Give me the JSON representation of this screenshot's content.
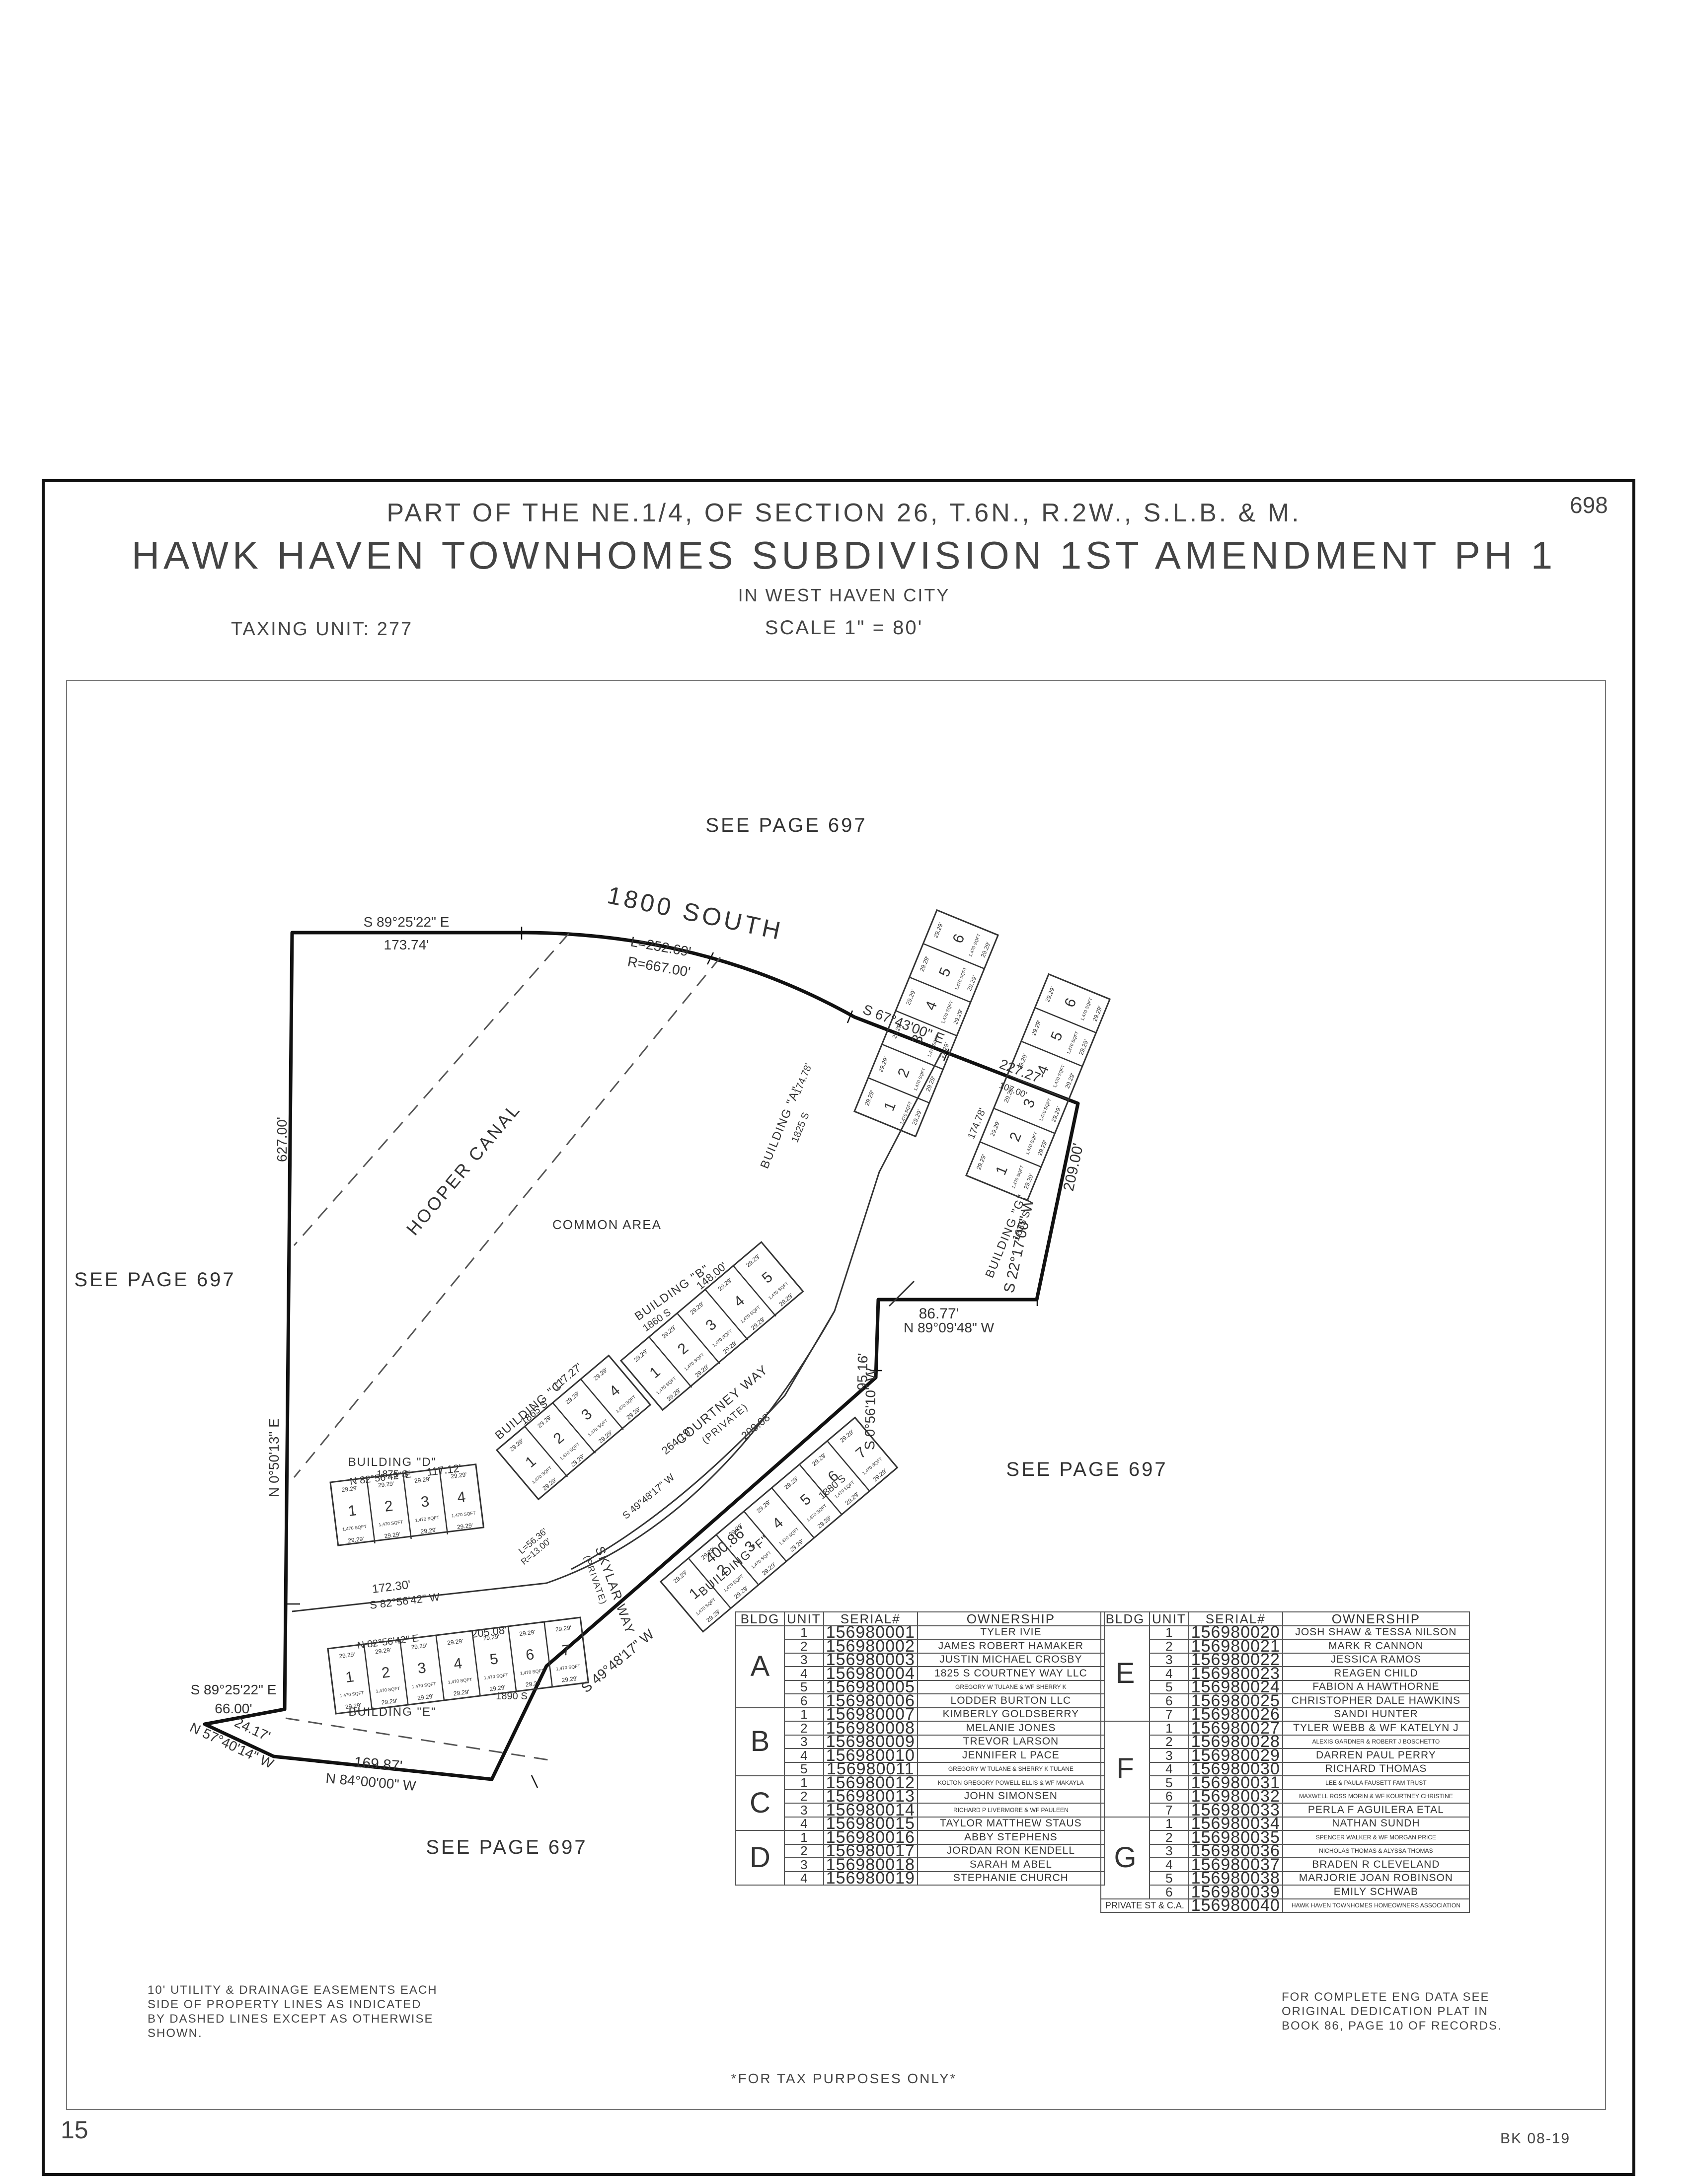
{
  "header": {
    "line1": "PART OF THE NE.1/4, OF SECTION 26, T.6N., R.2W., S.L.B. & M.",
    "title": "HAWK HAVEN TOWNHOMES SUBDIVISION 1ST AMENDMENT PH 1",
    "city": "IN WEST HAVEN CITY",
    "scale": "SCALE 1\" = 80'",
    "taxing_unit": "TAXING UNIT: 277",
    "page_number": "698"
  },
  "map": {
    "see_page_top": "SEE PAGE 697",
    "see_page_left": "SEE PAGE 697",
    "see_page_right": "SEE PAGE 697",
    "see_page_bottom": "SEE PAGE 697",
    "street_1800": "1800 SOUTH",
    "canal": "HOOPER CANAL",
    "common_area": "COMMON AREA",
    "courtney_way": "COURTNEY WAY",
    "courtney_private": "(PRIVATE)",
    "skylar_way": "SKYLAR WAY",
    "skylar_private": "(PRIVATE)",
    "bldg_a": "BUILDING \"A\"",
    "bldg_b": "BUILDING \"B\"",
    "bldg_c": "BUILDING \"C\"",
    "bldg_d": "BUILDING \"D\"",
    "bldg_e": "BUILDING \"E\"",
    "bldg_f": "BUILDING \"F\"",
    "bldg_g": "BUILDING \"G\"",
    "addr_a": "1825 S",
    "addr_b": "1860 S",
    "addr_c": "1865 S",
    "addr_d": "1875 S",
    "addr_e": "1890 S",
    "addr_f": "1880 S",
    "addr_g": "1835 S",
    "dims": {
      "top_bearing": "S 89°25'22\" E",
      "top_dist": "173.74'",
      "curve_l": "L=252.69'",
      "curve_r": "R=667.00'",
      "ne_bearing": "S 67°43'00\" E",
      "ne_dist": "227.27'",
      "ne_sub": "107.00'",
      "west_dist": "627.00'",
      "west_bearing": "N 0°50'13\" E",
      "east_bearing": "S 22°17'00\" W",
      "east_dist": "209.00'",
      "mid_bearing": "N 89°09'48\" W",
      "mid_dist": "86.77'",
      "mid_s_bearing": "S 0°56'10\" W",
      "mid_s_dist": "95.16'",
      "se_bearing": "S 49°48'17\" W",
      "se_dist": "400.86'",
      "bot_bearing": "N 84°00'00\" W",
      "bot_dist": "169.87'",
      "sw_bearing": "N 57°40'14\" W",
      "sw_dist": "24.17'",
      "w2_bearing": "S 89°25'22\" E",
      "w2_dist": "66.00'",
      "road_bearing": "S 82°56'42\" W",
      "road_dist": "172.30'",
      "courtney_len": "264.19'",
      "curve_small_l": "L=56.36'",
      "curve_small_r": "R=13.00'",
      "bldg_e_bearing": "N 82°56'42\" E",
      "bldg_e_dist": "205.08'",
      "bldg_d_bearing": "N 82°56'42\" E",
      "bldg_d_dist": "117.12'",
      "bldg_f_dist": "209.08'",
      "bldg_f_bearing": "S 49°48'17\" W",
      "bldg_b_dist": "148.00'",
      "bldg_c_dist": "117.27'",
      "bldg_a_dist": "174.78'",
      "bldg_g_dist": "174.78'"
    },
    "unit_width": "29.29'",
    "unit_area": "1,470 SQFT",
    "unit_labels": [
      "1",
      "2",
      "3",
      "4",
      "5",
      "6",
      "7"
    ]
  },
  "table_left": {
    "headers": [
      "BLDG",
      "UNIT",
      "SERIAL#",
      "OWNERSHIP"
    ],
    "groups": [
      {
        "bldg": "A",
        "rows": [
          [
            "1",
            "156980001",
            "TYLER IVIE"
          ],
          [
            "2",
            "156980002",
            "JAMES ROBERT HAMAKER"
          ],
          [
            "3",
            "156980003",
            "JUSTIN MICHAEL CROSBY"
          ],
          [
            "4",
            "156980004",
            "1825 S COURTNEY WAY LLC"
          ],
          [
            "5",
            "156980005",
            "GREGORY W TULANE & WF SHERRY K"
          ],
          [
            "6",
            "156980006",
            "LODDER BURTON LLC"
          ]
        ]
      },
      {
        "bldg": "B",
        "rows": [
          [
            "1",
            "156980007",
            "KIMBERLY GOLDSBERRY"
          ],
          [
            "2",
            "156980008",
            "MELANIE JONES"
          ],
          [
            "3",
            "156980009",
            "TREVOR LARSON"
          ],
          [
            "4",
            "156980010",
            "JENNIFER L PACE"
          ],
          [
            "5",
            "156980011",
            "GREGORY W TULANE & SHERRY K TULANE"
          ]
        ]
      },
      {
        "bldg": "C",
        "rows": [
          [
            "1",
            "156980012",
            "KOLTON GREGORY POWELL ELLIS & WF MAKAYLA"
          ],
          [
            "2",
            "156980013",
            "JOHN SIMONSEN"
          ],
          [
            "3",
            "156980014",
            "RICHARD P LIVERMORE & WF PAULEEN"
          ],
          [
            "4",
            "156980015",
            "TAYLOR MATTHEW STAUS"
          ]
        ]
      },
      {
        "bldg": "D",
        "rows": [
          [
            "1",
            "156980016",
            "ABBY STEPHENS"
          ],
          [
            "2",
            "156980017",
            "JORDAN RON KENDELL"
          ],
          [
            "3",
            "156980018",
            "SARAH M ABEL"
          ],
          [
            "4",
            "156980019",
            "STEPHANIE CHURCH"
          ]
        ]
      }
    ]
  },
  "table_right": {
    "headers": [
      "BLDG",
      "UNIT",
      "SERIAL#",
      "OWNERSHIP"
    ],
    "groups": [
      {
        "bldg": "E",
        "rows": [
          [
            "1",
            "156980020",
            "JOSH SHAW & TESSA NILSON"
          ],
          [
            "2",
            "156980021",
            "MARK R CANNON"
          ],
          [
            "3",
            "156980022",
            "JESSICA RAMOS"
          ],
          [
            "4",
            "156980023",
            "REAGEN CHILD"
          ],
          [
            "5",
            "156980024",
            "FABION A HAWTHORNE"
          ],
          [
            "6",
            "156980025",
            "CHRISTOPHER DALE HAWKINS"
          ],
          [
            "7",
            "156980026",
            "SANDI HUNTER"
          ]
        ]
      },
      {
        "bldg": "F",
        "rows": [
          [
            "1",
            "156980027",
            "TYLER WEBB & WF KATELYN J"
          ],
          [
            "2",
            "156980028",
            "ALEXIS GARDNER & ROBERT J BOSCHETTO"
          ],
          [
            "3",
            "156980029",
            "DARREN PAUL PERRY"
          ],
          [
            "4",
            "156980030",
            "RICHARD THOMAS"
          ],
          [
            "5",
            "156980031",
            "LEE & PAULA FAUSETT FAM TRUST"
          ],
          [
            "6",
            "156980032",
            "MAXWELL ROSS MORIN & WF KOURTNEY CHRISTINE"
          ],
          [
            "7",
            "156980033",
            "PERLA F AGUILERA ETAL"
          ]
        ]
      },
      {
        "bldg": "G",
        "rows": [
          [
            "1",
            "156980034",
            "NATHAN SUNDH"
          ],
          [
            "2",
            "156980035",
            "SPENCER WALKER & WF MORGAN PRICE"
          ],
          [
            "3",
            "156980036",
            "NICHOLAS THOMAS & ALYSSA THOMAS"
          ],
          [
            "4",
            "156980037",
            "BRADEN R CLEVELAND"
          ],
          [
            "5",
            "156980038",
            "MARJORIE JOAN ROBINSON"
          ],
          [
            "6",
            "156980039",
            "EMILY SCHWAB"
          ]
        ]
      }
    ],
    "private_row": [
      "PRIVATE ST & C.A.",
      "156980040",
      "HAWK HAVEN TOWNHOMES HOMEOWNERS ASSOCIATION"
    ]
  },
  "notes": {
    "easement": [
      "10' UTILITY & DRAINAGE EASEMENTS EACH",
      "SIDE OF PROPERTY LINES AS INDICATED",
      "BY DASHED LINES EXCEPT AS OTHERWISE",
      "SHOWN."
    ],
    "eng_data": [
      "FOR COMPLETE ENG DATA SEE",
      "ORIGINAL DEDICATION PLAT IN",
      "BOOK 86, PAGE 10 OF RECORDS."
    ],
    "tax_purposes": "*FOR TAX PURPOSES ONLY*",
    "corner_num": "15",
    "book_ref": "BK 08-19"
  },
  "colors": {
    "line": "#111111",
    "text": "#333333",
    "dashed": "#555555"
  }
}
